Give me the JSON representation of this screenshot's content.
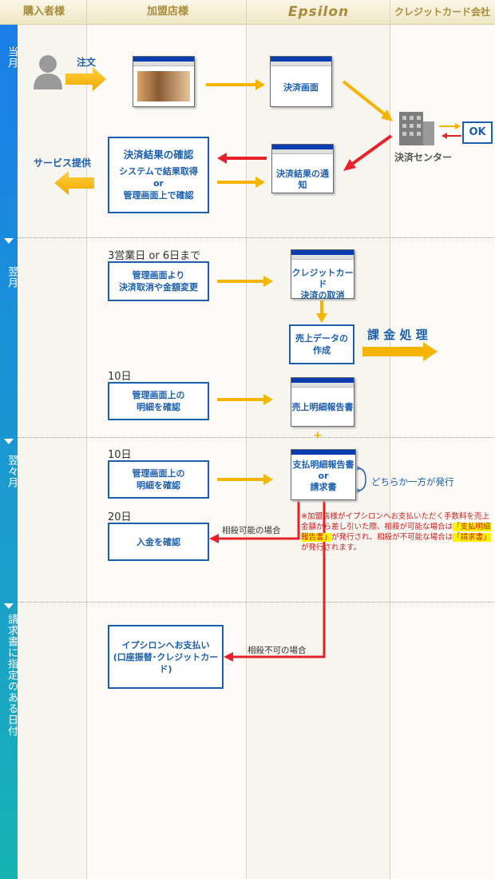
{
  "header": {
    "col1": "購入者様",
    "col2": "加盟店様",
    "col3": "Epsilon",
    "col4": "クレジットカード会社"
  },
  "periods": {
    "p1": "当月",
    "p2": "翌月",
    "p3": "翌々月",
    "p4": "請求書に指定のある日付"
  },
  "customer": {
    "order_label": "注文",
    "service_label": "サービス提供"
  },
  "merchant": {
    "confirm_title": "決済結果の確認",
    "confirm_sub1": "システムで結果取得",
    "confirm_or": "or",
    "confirm_sub2": "管理画面上で確認",
    "deadline_label": "3営業日 or 6日まで",
    "cancel_line1": "管理画面より",
    "cancel_line2": "決済取消や金額変更",
    "day10_a": "10日",
    "detail_a_line1": "管理画面上の",
    "detail_a_line2": "明細を確認",
    "day10_b": "10日",
    "detail_b_line1": "管理画面上の",
    "detail_b_line2": "明細を確認",
    "day20": "20日",
    "deposit_label": "入金を確認",
    "pay_line1": "イプシロンへお支払い",
    "pay_line2": "(口座振替･クレジットカード)"
  },
  "epsilon": {
    "payment_screen": "決済画面",
    "result_notice": "決済結果の通知",
    "cancel_line1": "クレジットカード",
    "cancel_line2": "決済の取消",
    "sales_line1": "売上データの",
    "sales_line2": "作成",
    "sales_report": "売上明細報告書",
    "plus": "+",
    "pay_report": "支払明細報告書",
    "pay_or": "or",
    "invoice": "請求書"
  },
  "card_company": {
    "center_label": "決済センター",
    "ok_label": "OK",
    "billing_label": "課 金 処 理"
  },
  "annotations": {
    "either": "どちらか一方が発行",
    "offset_ok": "相殺可能の場合",
    "offset_ng": "相殺不可の場合",
    "note_p1": "※加盟店様がイプシロンへお支払いただく手数料を売上金額から差し引いた際、相殺が可能な場合は",
    "note_hl1": "「支払明細報告書」",
    "note_p2": "が発行され、相殺が不可能な場合は",
    "note_hl2": "「請求書」",
    "note_p3": "が発行されます。"
  }
}
